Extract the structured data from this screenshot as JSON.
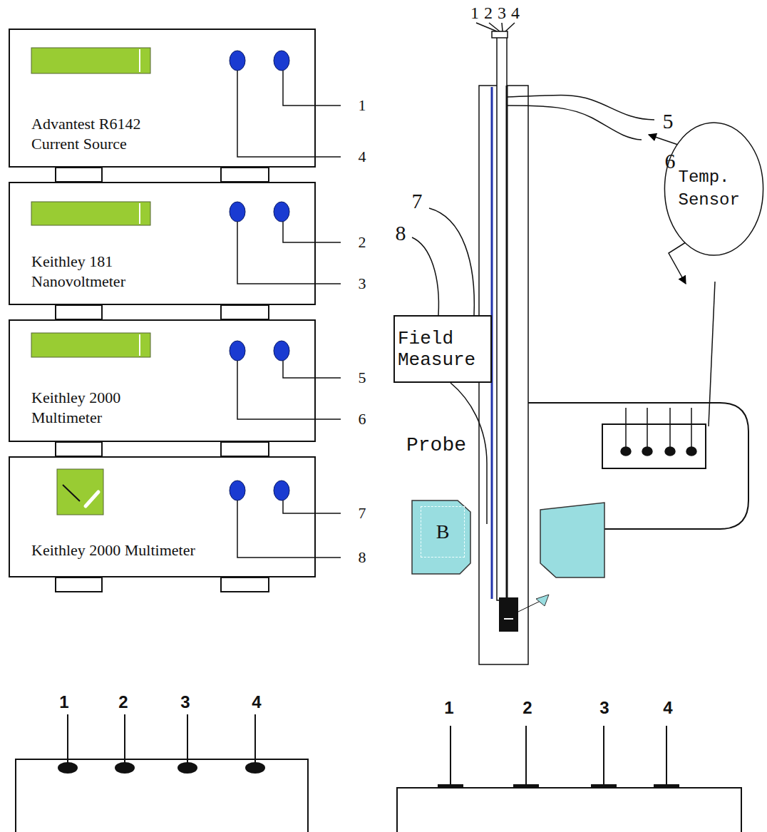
{
  "diagram": {
    "nodes": [
      {
        "text": [
          "Advantest R6142 Current Source"
        ]
      },
      {
        "text": [
          "Keithley 181 Nanovoltmeter"
        ]
      },
      {
        "text": [
          "Keithley 2000 Multimeter"
        ]
      },
      {
        "text": [
          "Keithley 2000 Multimeter"
        ]
      },
      {
        "text": [
          "Field Measure"
        ]
      },
      {
        "text": [
          "Temp. Sensor"
        ]
      },
      {
        "text": [
          "B"
        ]
      }
    ],
    "labels": [
      "1",
      "4",
      "2",
      "3",
      "5",
      "6",
      "7",
      "8",
      "1",
      "2",
      "3",
      "4",
      "5",
      "6",
      "7",
      "8",
      "Probe",
      "1",
      "2",
      "3",
      "4",
      "1",
      "2",
      "3",
      "4"
    ]
  }
}
